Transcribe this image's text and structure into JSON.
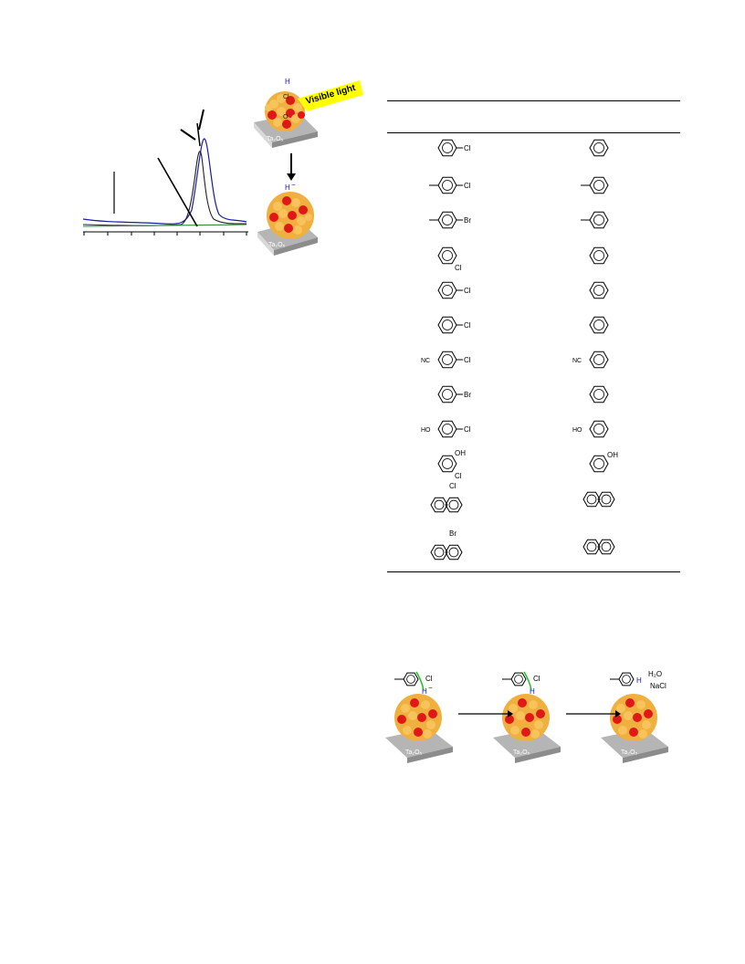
{
  "figure_top": {
    "spectrum": {
      "series": [
        {
          "name": "",
          "color": "#1a1aa8"
        },
        {
          "name": "",
          "color": "#222222"
        },
        {
          "name": "",
          "color": "#2e8b3a"
        }
      ]
    },
    "top_cluster": {
      "h_label": "H",
      "cl_label": "Cl",
      "o_label": "O",
      "light_label": "Visible light",
      "substrate_label": "Ta₂O₅"
    },
    "bottom_cluster": {
      "h_label": "H",
      "charge": "−",
      "substrate_label": "Ta₂O₅"
    }
  },
  "substrate_table": {
    "rows": [
      {
        "sub": "Cl",
        "prod": ""
      },
      {
        "sub": "Cl",
        "prod": ""
      },
      {
        "sub": "Br",
        "prod": ""
      },
      {
        "sub": "Cl",
        "prod": ""
      },
      {
        "sub": "Cl",
        "prod": ""
      },
      {
        "sub": "Cl",
        "prod": ""
      },
      {
        "sub": "Cl",
        "prod": "",
        "left": "NC"
      },
      {
        "sub": "Br",
        "prod": ""
      },
      {
        "sub": "Cl",
        "prod": "",
        "left": "HO"
      },
      {
        "sub": "OH",
        "sub2": "Cl",
        "prod": "OH"
      },
      {
        "sub": "Cl",
        "prod": ""
      },
      {
        "sub": "Br",
        "prod": ""
      }
    ]
  },
  "mechanism": {
    "panel1": {
      "cl": "Cl",
      "h": "H",
      "charge": "−",
      "substrate": "Ta₂O₅"
    },
    "panel2": {
      "cl": "Cl",
      "h": "H",
      "substrate": "Ta₂O₅"
    },
    "panel3": {
      "h": "H",
      "water": "H₂O",
      "salt": "NaCl",
      "substrate": "Ta₂O₅"
    }
  }
}
